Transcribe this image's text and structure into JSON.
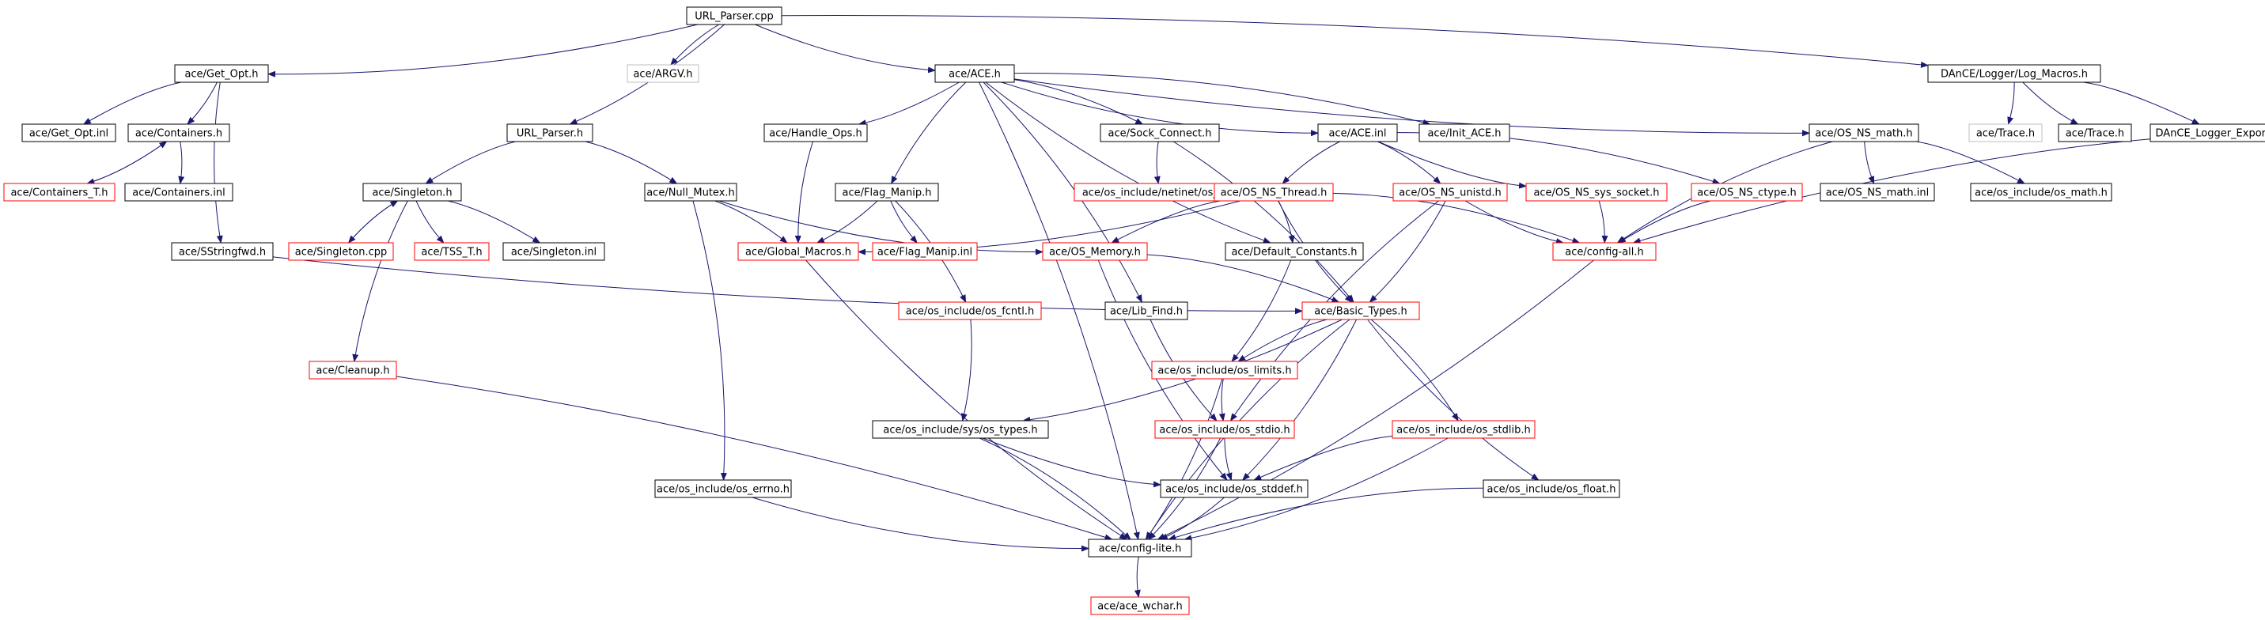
{
  "graph": {
    "colors": {
      "normal": "#000000",
      "truncated": "#ff0000",
      "external": "#bfbfbf",
      "root_fill": "#bfbfbf",
      "edge": "#191970"
    },
    "nodes": {
      "url_parser_cpp": {
        "label": "URL_Parser.cpp",
        "kind": "root"
      },
      "ace_argv_h": {
        "label": "ace/ARGV.h",
        "kind": "external"
      },
      "get_opt_h": {
        "label": "ace/Get_Opt.h",
        "kind": "normal"
      },
      "ace_h": {
        "label": "ace/ACE.h",
        "kind": "normal"
      },
      "log_macros_h": {
        "label": "DAnCE/Logger/Log_Macros.h",
        "kind": "normal"
      },
      "get_opt_inl": {
        "label": "ace/Get_Opt.inl",
        "kind": "normal"
      },
      "containers_h": {
        "label": "ace/Containers.h",
        "kind": "normal"
      },
      "url_parser_h": {
        "label": "URL_Parser.h",
        "kind": "normal"
      },
      "handle_ops_h": {
        "label": "ace/Handle_Ops.h",
        "kind": "normal"
      },
      "sock_connect_h": {
        "label": "ace/Sock_Connect.h",
        "kind": "normal"
      },
      "ace_inl": {
        "label": "ace/ACE.inl",
        "kind": "normal"
      },
      "init_ace_h": {
        "label": "ace/Init_ACE.h",
        "kind": "normal"
      },
      "os_ns_math_h": {
        "label": "ace/OS_NS_math.h",
        "kind": "normal"
      },
      "trace_h_ext": {
        "label": "ace/Trace.h",
        "kind": "external"
      },
      "trace_h": {
        "label": "ace/Trace.h",
        "kind": "normal"
      },
      "dance_logger_export_h": {
        "label": "DAnCE_Logger_Export.h",
        "kind": "normal"
      },
      "containers_t_h": {
        "label": "ace/Containers_T.h",
        "kind": "truncated"
      },
      "containers_inl": {
        "label": "ace/Containers.inl",
        "kind": "normal"
      },
      "singleton_h": {
        "label": "ace/Singleton.h",
        "kind": "normal"
      },
      "null_mutex_h": {
        "label": "ace/Null_Mutex.h",
        "kind": "normal"
      },
      "flag_manip_h": {
        "label": "ace/Flag_Manip.h",
        "kind": "normal"
      },
      "netinet_in_h": {
        "label": "ace/os_include/netinet/os_in.h",
        "kind": "truncated"
      },
      "os_ns_thread_h": {
        "label": "ace/OS_NS_Thread.h",
        "kind": "truncated"
      },
      "os_ns_unistd_h": {
        "label": "ace/OS_NS_unistd.h",
        "kind": "truncated"
      },
      "os_ns_sys_socket_h": {
        "label": "ace/OS_NS_sys_socket.h",
        "kind": "truncated"
      },
      "os_ns_ctype_h": {
        "label": "ace/OS_NS_ctype.h",
        "kind": "truncated"
      },
      "os_ns_math_inl": {
        "label": "ace/OS_NS_math.inl",
        "kind": "normal"
      },
      "os_math_h": {
        "label": "ace/os_include/os_math.h",
        "kind": "normal"
      },
      "singleton_cpp": {
        "label": "ace/Singleton.cpp",
        "kind": "truncated"
      },
      "tss_t_h": {
        "label": "ace/TSS_T.h",
        "kind": "truncated"
      },
      "singleton_inl": {
        "label": "ace/Singleton.inl",
        "kind": "normal"
      },
      "sstringfwd_h": {
        "label": "ace/SStringfwd.h",
        "kind": "normal"
      },
      "global_macros_h": {
        "label": "ace/Global_Macros.h",
        "kind": "truncated"
      },
      "flag_manip_inl": {
        "label": "ace/Flag_Manip.inl",
        "kind": "truncated"
      },
      "os_memory_h": {
        "label": "ace/OS_Memory.h",
        "kind": "truncated"
      },
      "default_constants_h": {
        "label": "ace/Default_Constants.h",
        "kind": "normal"
      },
      "config_all_h": {
        "label": "ace/config-all.h",
        "kind": "truncated"
      },
      "basic_types_h": {
        "label": "ace/Basic_Types.h",
        "kind": "truncated"
      },
      "os_fcntl_h": {
        "label": "ace/os_include/os_fcntl.h",
        "kind": "truncated"
      },
      "lib_find_h": {
        "label": "ace/Lib_Find.h",
        "kind": "normal"
      },
      "cleanup_h": {
        "label": "ace/Cleanup.h",
        "kind": "truncated"
      },
      "os_limits_h": {
        "label": "ace/os_include/os_limits.h",
        "kind": "truncated"
      },
      "sys_os_types_h": {
        "label": "ace/os_include/sys/os_types.h",
        "kind": "normal"
      },
      "os_stdio_h": {
        "label": "ace/os_include/os_stdio.h",
        "kind": "truncated"
      },
      "os_stdlib_h": {
        "label": "ace/os_include/os_stdlib.h",
        "kind": "truncated"
      },
      "os_errno_h": {
        "label": "ace/os_include/os_errno.h",
        "kind": "normal"
      },
      "os_stddef_h": {
        "label": "ace/os_include/os_stddef.h",
        "kind": "normal"
      },
      "os_float_h": {
        "label": "ace/os_include/os_float.h",
        "kind": "normal"
      },
      "config_lite_h": {
        "label": "ace/config-lite.h",
        "kind": "normal"
      },
      "ace_wchar_h": {
        "label": "ace/ace_wchar.h",
        "kind": "truncated"
      }
    },
    "edges": [
      [
        "url_parser_cpp",
        "get_opt_h"
      ],
      [
        "url_parser_cpp",
        "ace_argv_h"
      ],
      [
        "url_parser_cpp",
        "url_parser_h"
      ],
      [
        "url_parser_cpp",
        "ace_h"
      ],
      [
        "url_parser_cpp",
        "log_macros_h"
      ],
      [
        "get_opt_h",
        "get_opt_inl"
      ],
      [
        "get_opt_h",
        "containers_h"
      ],
      [
        "get_opt_h",
        "sstringfwd_h"
      ],
      [
        "containers_h",
        "containers_t_h"
      ],
      [
        "containers_t_h",
        "containers_h"
      ],
      [
        "containers_h",
        "containers_inl"
      ],
      [
        "url_parser_h",
        "singleton_h"
      ],
      [
        "url_parser_h",
        "null_mutex_h"
      ],
      [
        "singleton_h",
        "singleton_cpp"
      ],
      [
        "singleton_cpp",
        "singleton_h"
      ],
      [
        "singleton_h",
        "tss_t_h"
      ],
      [
        "singleton_h",
        "singleton_inl"
      ],
      [
        "singleton_h",
        "cleanup_h"
      ],
      [
        "null_mutex_h",
        "global_macros_h"
      ],
      [
        "null_mutex_h",
        "os_memory_h"
      ],
      [
        "null_mutex_h",
        "os_errno_h"
      ],
      [
        "sstringfwd_h",
        "basic_types_h"
      ],
      [
        "ace_h",
        "handle_ops_h"
      ],
      [
        "ace_h",
        "flag_manip_h"
      ],
      [
        "ace_h",
        "sock_connect_h"
      ],
      [
        "ace_h",
        "ace_inl"
      ],
      [
        "ace_h",
        "init_ace_h"
      ],
      [
        "ace_h",
        "os_ns_math_h"
      ],
      [
        "ace_h",
        "lib_find_h"
      ],
      [
        "ace_h",
        "default_constants_h"
      ],
      [
        "ace_h",
        "config_lite_h"
      ],
      [
        "handle_ops_h",
        "global_macros_h"
      ],
      [
        "flag_manip_h",
        "global_macros_h"
      ],
      [
        "flag_manip_h",
        "flag_manip_inl"
      ],
      [
        "flag_manip_h",
        "os_fcntl_h"
      ],
      [
        "sock_connect_h",
        "netinet_in_h"
      ],
      [
        "sock_connect_h",
        "basic_types_h"
      ],
      [
        "ace_inl",
        "os_ns_thread_h"
      ],
      [
        "ace_inl",
        "os_ns_unistd_h"
      ],
      [
        "ace_inl",
        "os_ns_sys_socket_h"
      ],
      [
        "ace_inl",
        "os_ns_ctype_h"
      ],
      [
        "os_ns_math_h",
        "os_ns_math_inl"
      ],
      [
        "os_ns_math_h",
        "os_math_h"
      ],
      [
        "os_ns_math_h",
        "config_all_h"
      ],
      [
        "log_macros_h",
        "trace_h_ext"
      ],
      [
        "log_macros_h",
        "trace_h"
      ],
      [
        "log_macros_h",
        "dance_logger_export_h"
      ],
      [
        "dance_logger_export_h",
        "config_all_h"
      ],
      [
        "os_ns_thread_h",
        "global_macros_h"
      ],
      [
        "os_ns_thread_h",
        "os_memory_h"
      ],
      [
        "os_ns_thread_h",
        "default_constants_h"
      ],
      [
        "os_ns_thread_h",
        "basic_types_h"
      ],
      [
        "os_ns_thread_h",
        "config_all_h"
      ],
      [
        "os_ns_unistd_h",
        "config_all_h"
      ],
      [
        "os_ns_unistd_h",
        "basic_types_h"
      ],
      [
        "os_ns_unistd_h",
        "os_stdio_h"
      ],
      [
        "os_ns_sys_socket_h",
        "config_all_h"
      ],
      [
        "os_ns_ctype_h",
        "config_all_h"
      ],
      [
        "os_memory_h",
        "basic_types_h"
      ],
      [
        "os_memory_h",
        "os_stddef_h"
      ],
      [
        "default_constants_h",
        "os_limits_h"
      ],
      [
        "lib_find_h",
        "os_stdio_h"
      ],
      [
        "basic_types_h",
        "sys_os_types_h"
      ],
      [
        "basic_types_h",
        "os_limits_h"
      ],
      [
        "basic_types_h",
        "os_stdlib_h"
      ],
      [
        "basic_types_h",
        "os_float_h"
      ],
      [
        "basic_types_h",
        "os_stddef_h"
      ],
      [
        "basic_types_h",
        "config_lite_h"
      ],
      [
        "os_fcntl_h",
        "sys_os_types_h"
      ],
      [
        "os_limits_h",
        "os_stdio_h"
      ],
      [
        "os_limits_h",
        "config_lite_h"
      ],
      [
        "os_stdio_h",
        "os_stddef_h"
      ],
      [
        "os_stdio_h",
        "config_lite_h"
      ],
      [
        "os_stdlib_h",
        "os_stddef_h"
      ],
      [
        "os_stdlib_h",
        "config_lite_h"
      ],
      [
        "sys_os_types_h",
        "os_stddef_h"
      ],
      [
        "sys_os_types_h",
        "config_lite_h"
      ],
      [
        "os_errno_h",
        "config_lite_h"
      ],
      [
        "os_stddef_h",
        "config_lite_h"
      ],
      [
        "os_float_h",
        "config_lite_h"
      ],
      [
        "cleanup_h",
        "config_lite_h"
      ],
      [
        "global_macros_h",
        "config_lite_h"
      ],
      [
        "config_all_h",
        "config_lite_h"
      ],
      [
        "config_lite_h",
        "ace_wchar_h"
      ]
    ]
  }
}
